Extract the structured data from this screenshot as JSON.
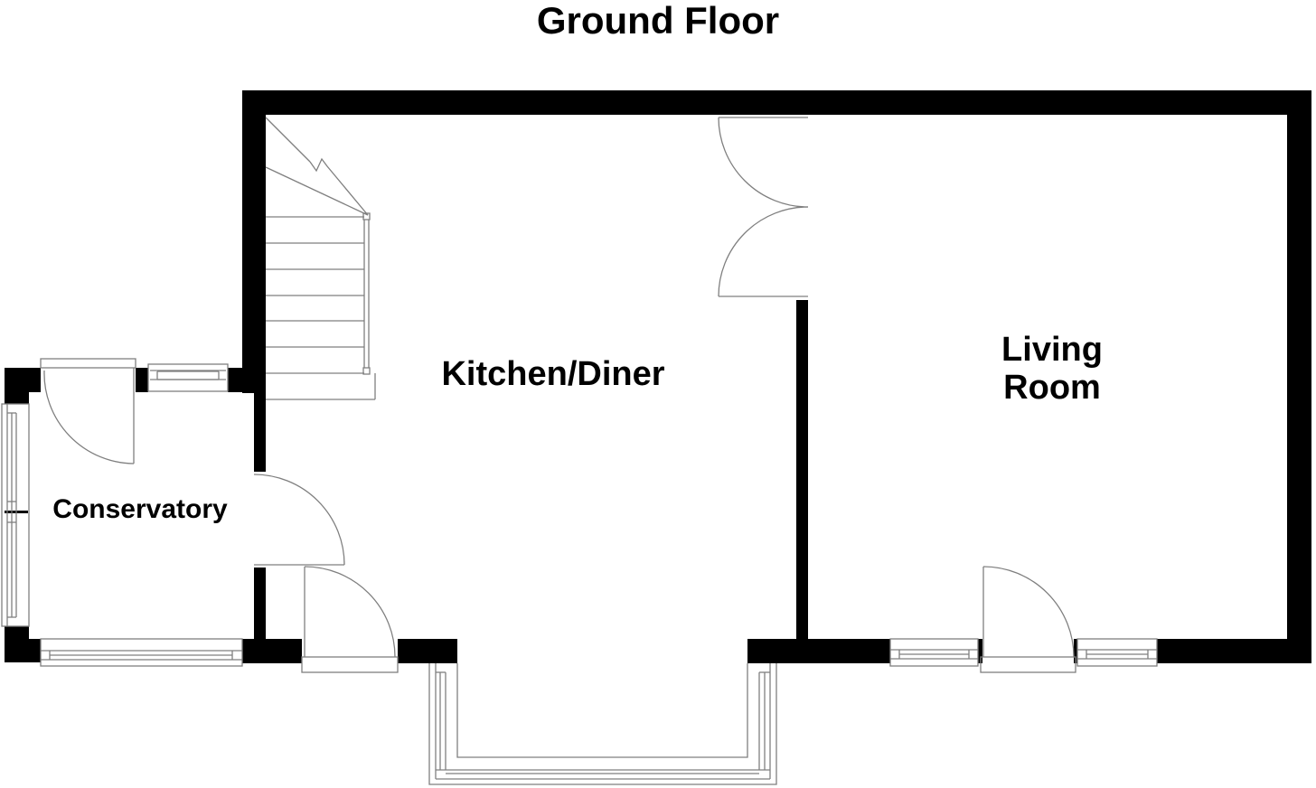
{
  "plan": {
    "title": "Ground Floor",
    "rooms": [
      {
        "name": "Kitchen/Diner",
        "lines": [
          "Kitchen/Diner"
        ]
      },
      {
        "name": "Living Room",
        "lines": [
          "Living",
          "Room"
        ]
      },
      {
        "name": "Conservatory",
        "lines": [
          "Conservatory"
        ]
      }
    ],
    "colors": {
      "wall": "#000000",
      "line": "#7f7f7f",
      "background": "#ffffff",
      "text": "#000000"
    },
    "fixtures": {
      "staircase_treads": 6,
      "doors": [
        "kitchen-double-door-to-living",
        "conservatory-external-door",
        "conservatory-to-kitchen-door",
        "kitchen-external-door",
        "living-room-external-door"
      ],
      "windows": [
        "conservatory-top-window",
        "conservatory-left-window",
        "conservatory-bottom-window",
        "kitchen-bay-window",
        "living-room-window-left",
        "living-room-window-right"
      ]
    }
  }
}
